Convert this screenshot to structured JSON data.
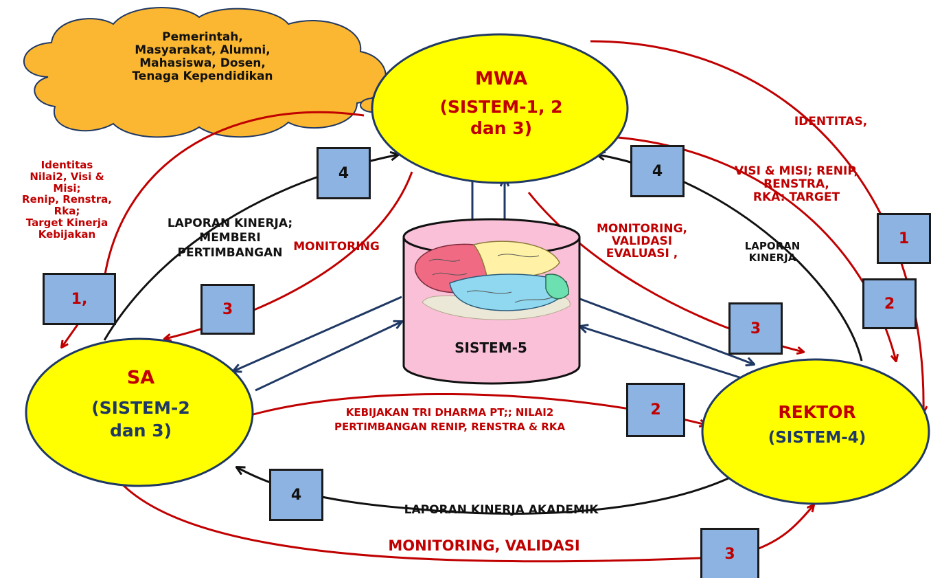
{
  "stakeholders": "Pemerintah,\nMasyarakat, Alumni,\nMahasiswa, Dosen,\nTenaga Kependidikan",
  "nodes": {
    "mwa": {
      "title": "MWA",
      "subtitle": "(SISTEM-1, 2\ndan 3)"
    },
    "sa": {
      "title": "SA",
      "subtitle": "(SISTEM-2\ndan 3)"
    },
    "rektor": {
      "title": "REKTOR",
      "subtitle": "(SISTEM-4)"
    },
    "sistem5": {
      "label": "SISTEM-5"
    }
  },
  "labels": {
    "identitas_left": "Identitas\nNilai2,  Visi &\nMisi;\nRenip, Renstra,\nRka;\nTarget Kinerja\nKebijakan",
    "identitas_right": "IDENTITAS,",
    "visi_misi_right": "VISI & MISI; RENIP,\nRENSTRA,\nRKA: TARGET",
    "laporan_kinerja_memberi": "LAPORAN KINERJA;\nMEMBERI\nPERTIMBANGAN",
    "monitoring_left": "MONITORING",
    "monitoring_validasi_evaluasi": "MONITORING,\nVALIDASI\nEVALUASI ,",
    "laporan_kinerja_right": "LAPORAN\nKINERJA",
    "kebijakan": "KEBIJAKAN TRI DHARMA PT;; NILAI2\nPERTIMBANGAN RENIP, RENSTRA & RKA",
    "laporan_akademik": "LAPORAN  KINERJA AKADEMIK",
    "monitoring_validasi_bottom": "MONITORING,  VALIDASI"
  },
  "steps": {
    "left_1": "1,",
    "right_1": "1",
    "right_2": "2",
    "mid_2": "2",
    "left_3": "3",
    "right_3": "3",
    "bottom_3": "3",
    "left_4": "4",
    "right_4": "4",
    "bottom_4": "4"
  },
  "colors": {
    "node_fill": "#ffff00",
    "node_stroke": "#1f3864",
    "cloud_fill": "#fbb731",
    "cylinder_fill": "#f9c0d8",
    "box_fill": "#8db3e2",
    "red_arrow": "#c00000",
    "navy_arrow": "#1f3864",
    "black_arrow": "#111111"
  }
}
